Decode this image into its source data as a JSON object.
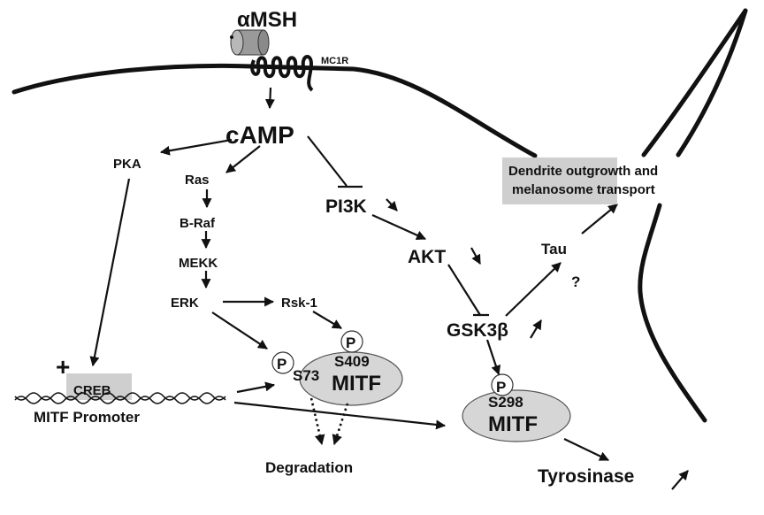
{
  "figure": {
    "type": "signaling pathway diagram",
    "ligand": "αMSH",
    "receptor": "MC1R",
    "second_messenger": "cAMP",
    "nodes": {
      "pka": "PKA",
      "ras": "Ras",
      "braf": "B-Raf",
      "mekk": "MEKK",
      "erk": "ERK",
      "rsk1": "Rsk-1",
      "pi3k": "PI3K",
      "akt": "AKT",
      "gsk3b": "GSK3β",
      "tau": "Tau",
      "tau_question": "?",
      "creb": "CREB",
      "plus": "+",
      "promoter": "MITF Promoter",
      "degradation": "Degradation",
      "tyrosinase": "Tyrosinase",
      "dendrite_line1": "Dendrite outgrowth and",
      "dendrite_line2": "melanosome transport"
    },
    "mitf_left": {
      "name": "MITF",
      "sites": [
        "S73",
        "S409"
      ],
      "phospho": "P"
    },
    "mitf_right": {
      "name": "MITF",
      "sites": [
        "S298"
      ],
      "phospho": "P"
    },
    "trends": {
      "pi3k": "down",
      "akt": "down",
      "gsk3b": "up",
      "tyrosinase": "up"
    },
    "edges": [
      {
        "from": "αMSH/MC1R",
        "to": "cAMP",
        "type": "activation"
      },
      {
        "from": "cAMP",
        "to": "PKA",
        "type": "activation"
      },
      {
        "from": "cAMP",
        "to": "Ras",
        "type": "activation"
      },
      {
        "from": "cAMP",
        "to": "PI3K",
        "type": "inhibition"
      },
      {
        "from": "Ras",
        "to": "B-Raf",
        "type": "activation"
      },
      {
        "from": "B-Raf",
        "to": "MEKK",
        "type": "activation"
      },
      {
        "from": "MEKK",
        "to": "ERK",
        "type": "activation"
      },
      {
        "from": "ERK",
        "to": "Rsk-1",
        "type": "activation"
      },
      {
        "from": "ERK",
        "to": "MITF S73",
        "type": "phosphorylation"
      },
      {
        "from": "Rsk-1",
        "to": "MITF S409",
        "type": "phosphorylation"
      },
      {
        "from": "PKA",
        "to": "CREB",
        "type": "activation"
      },
      {
        "from": "MITF Promoter",
        "to": "MITF",
        "type": "expression"
      },
      {
        "from": "MITF Promoter",
        "to": "MITF (S298)",
        "type": "expression"
      },
      {
        "from": "MITF",
        "to": "Degradation",
        "type": "dotted"
      },
      {
        "from": "PI3K",
        "to": "AKT",
        "type": "activation"
      },
      {
        "from": "AKT",
        "to": "GSK3β",
        "type": "inhibition"
      },
      {
        "from": "GSK3β",
        "to": "Tau",
        "type": "activation"
      },
      {
        "from": "GSK3β",
        "to": "MITF S298",
        "type": "phosphorylation"
      },
      {
        "from": "Tau",
        "to": "Dendrite outgrowth and melanosome transport",
        "type": "activation"
      },
      {
        "from": "MITF (S298)",
        "to": "Tyrosinase",
        "type": "activation"
      }
    ]
  }
}
